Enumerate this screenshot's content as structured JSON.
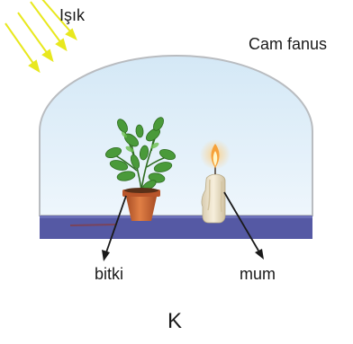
{
  "labels": {
    "light": "Işık",
    "glass_jar": "Cam fanus",
    "plant": "bitki",
    "candle": "mum",
    "experiment": "K"
  },
  "colors": {
    "light_rays": "#e8e81e",
    "jar_fill": "#e3f1fb",
    "jar_outline": "#b9bcc0",
    "base": "#5559a4",
    "pot": "#c9683a",
    "leaves": "#4a9a3a",
    "candle_wax": "#f1e7cf",
    "flame": "#f6a13a",
    "arrows": "#1a1a1a"
  },
  "icons": [
    "sun-ray-icon",
    "plant-icon",
    "candle-icon",
    "flame-icon",
    "arrow-icon"
  ]
}
